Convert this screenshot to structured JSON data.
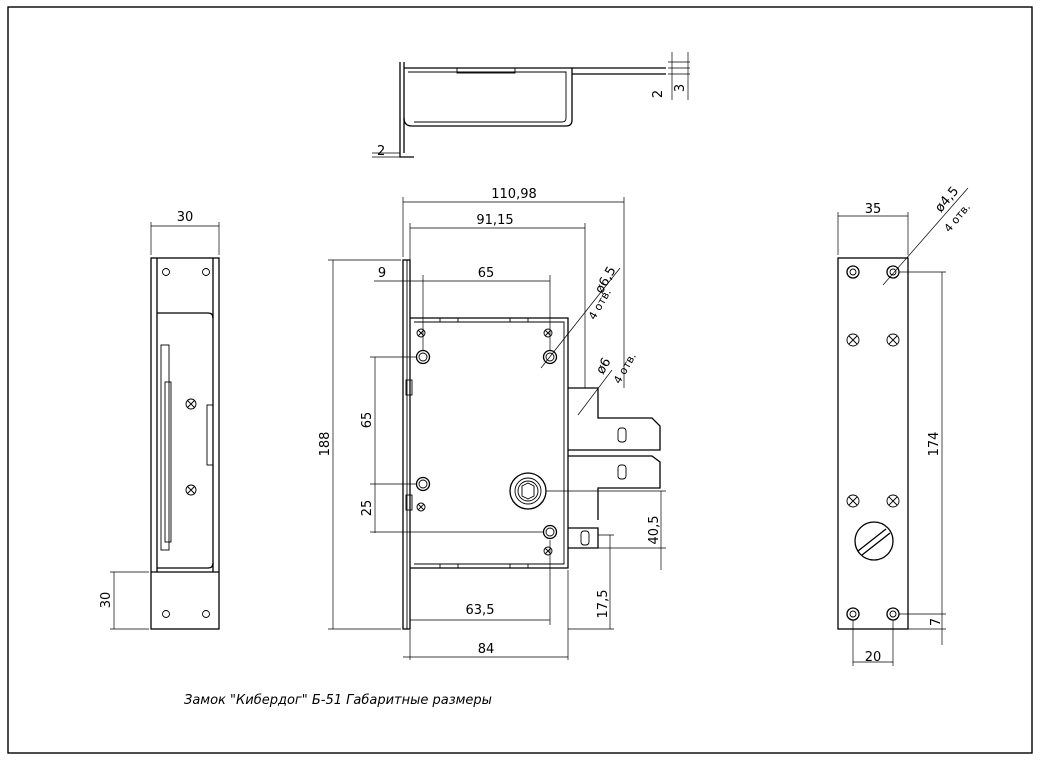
{
  "title": "Замок \"Кибердог\" Б-51 Габаритные размеры",
  "top_view": {
    "dim_thickness_right_a": "2",
    "dim_thickness_right_b": "3",
    "dim_thickness_left": "2"
  },
  "left_view": {
    "dim_width": "30",
    "dim_bottom": "30"
  },
  "front_view": {
    "dim_overall_width": "110,98",
    "dim_width_b": "91,15",
    "dim_offset": "9",
    "dim_hole_spacing": "65",
    "dim_height": "188",
    "dim_hole_vertical": "65",
    "dim_hole_lower": "25",
    "dim_cylinder_x": "63,5",
    "dim_body_width": "84",
    "dim_cylinder_y": "40,5",
    "dim_bottom_offset": "17,5",
    "hole_a_diameter": "ø6,5",
    "hole_a_count": "4 отв.",
    "hole_b_diameter": "ø6",
    "hole_b_count": "4 отв."
  },
  "right_view": {
    "dim_width": "35",
    "hole_diameter": "ø4,5",
    "hole_count": "4 отв.",
    "dim_hole_span": "174",
    "dim_hole_offset": "20",
    "dim_bottom": "7"
  }
}
